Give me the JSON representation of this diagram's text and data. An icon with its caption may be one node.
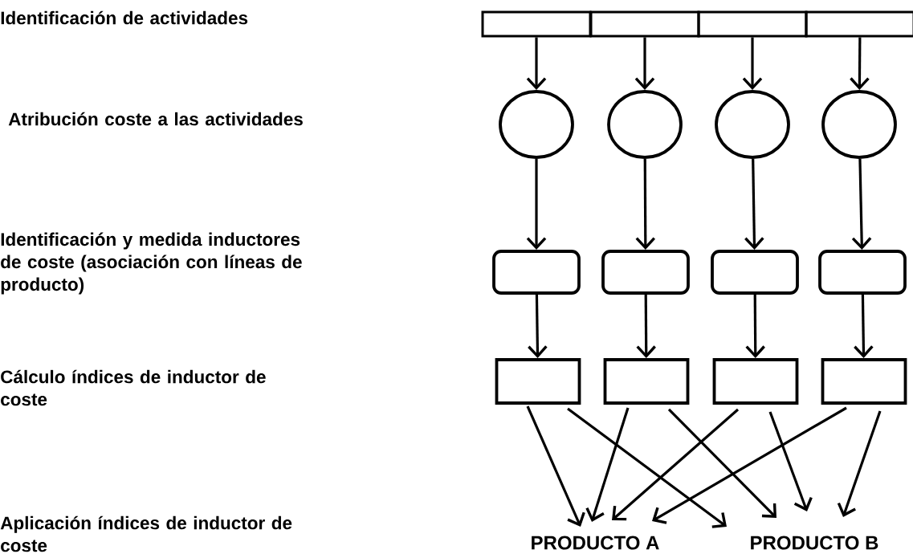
{
  "diagram": {
    "nodes": [
      {
        "text": [],
        "shape": "box"
      },
      {
        "text": [],
        "shape": "box"
      },
      {
        "text": [],
        "shape": "box"
      },
      {
        "text": [],
        "shape": "box"
      },
      {
        "text": [],
        "shape": "circle"
      },
      {
        "text": [],
        "shape": "circle"
      },
      {
        "text": [],
        "shape": "circle"
      },
      {
        "text": [],
        "shape": "circle"
      },
      {
        "text": [],
        "shape": "box"
      },
      {
        "text": [],
        "shape": "box"
      },
      {
        "text": [],
        "shape": "box"
      },
      {
        "text": [],
        "shape": "box"
      },
      {
        "text": [],
        "shape": "box"
      },
      {
        "text": [],
        "shape": "box"
      },
      {
        "text": [],
        "shape": "box"
      },
      {
        "text": [],
        "shape": "box"
      },
      {
        "text": [
          "PRODUCTO A"
        ]
      },
      {
        "text": [
          "PRODUCTO B"
        ]
      }
    ],
    "edges": [
      {
        "from": 0,
        "to": 4,
        "arrow": "to"
      },
      {
        "from": 1,
        "to": 5,
        "arrow": "to"
      },
      {
        "from": 2,
        "to": 6,
        "arrow": "to"
      },
      {
        "from": 3,
        "to": 7,
        "arrow": "to"
      },
      {
        "from": 4,
        "to": 8,
        "arrow": "to"
      },
      {
        "from": 5,
        "to": 9,
        "arrow": "to"
      },
      {
        "from": 6,
        "to": 10,
        "arrow": "to"
      },
      {
        "from": 7,
        "to": 11,
        "arrow": "to"
      },
      {
        "from": 8,
        "to": 12,
        "arrow": "to"
      },
      {
        "from": 9,
        "to": 13,
        "arrow": "to"
      },
      {
        "from": 10,
        "to": 14,
        "arrow": "to"
      },
      {
        "from": 11,
        "to": 15,
        "arrow": "to"
      },
      {
        "from": 12,
        "to": 16,
        "arrow": "to"
      },
      {
        "from": 12,
        "to": 17,
        "arrow": "to"
      },
      {
        "from": 13,
        "to": 16,
        "arrow": "to"
      },
      {
        "from": 13,
        "to": 17,
        "arrow": "to"
      },
      {
        "from": 14,
        "to": 16,
        "arrow": "to"
      },
      {
        "from": 14,
        "to": 17,
        "arrow": "to"
      },
      {
        "from": 15,
        "to": 16,
        "arrow": "to"
      },
      {
        "from": 15,
        "to": 17,
        "arrow": "to"
      }
    ],
    "labels": [
      "Identificación de actividades",
      "Atribución coste a las actividades",
      "Identificación y medida inductores de coste (asociación con líneas de producto)",
      "Cálculo índices de inductor de coste",
      "Aplicación índices de inductor de coste"
    ]
  }
}
